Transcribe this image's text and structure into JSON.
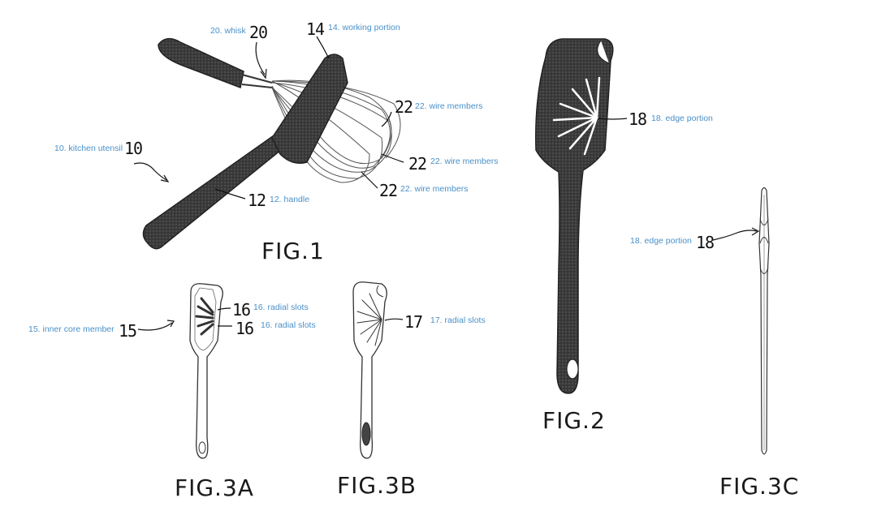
{
  "figures": {
    "fig1": "FIG.1",
    "fig2": "FIG.2",
    "fig3a": "FIG.3A",
    "fig3b": "FIG.3B",
    "fig3c": "FIG.3C"
  },
  "refs": {
    "r10": "10",
    "r12": "12",
    "r14": "14",
    "r15": "15",
    "r16": "16",
    "r17": "17",
    "r18": "18",
    "r20": "20",
    "r22": "22"
  },
  "annotations": {
    "kitchen_utensil": "10. kitchen utensil",
    "handle": "12. handle",
    "working_portion": "14. working portion",
    "inner_core_member": "15. inner core member",
    "radial_slots_16": "16. radial slots",
    "radial_slots_17": "17. radial slots",
    "edge_portion": "18. edge portion",
    "whisk": "20. whisk",
    "wire_members": "22. wire members"
  },
  "colors": {
    "annotation": "#4a90c8",
    "drawing": "#2b2b2b"
  }
}
